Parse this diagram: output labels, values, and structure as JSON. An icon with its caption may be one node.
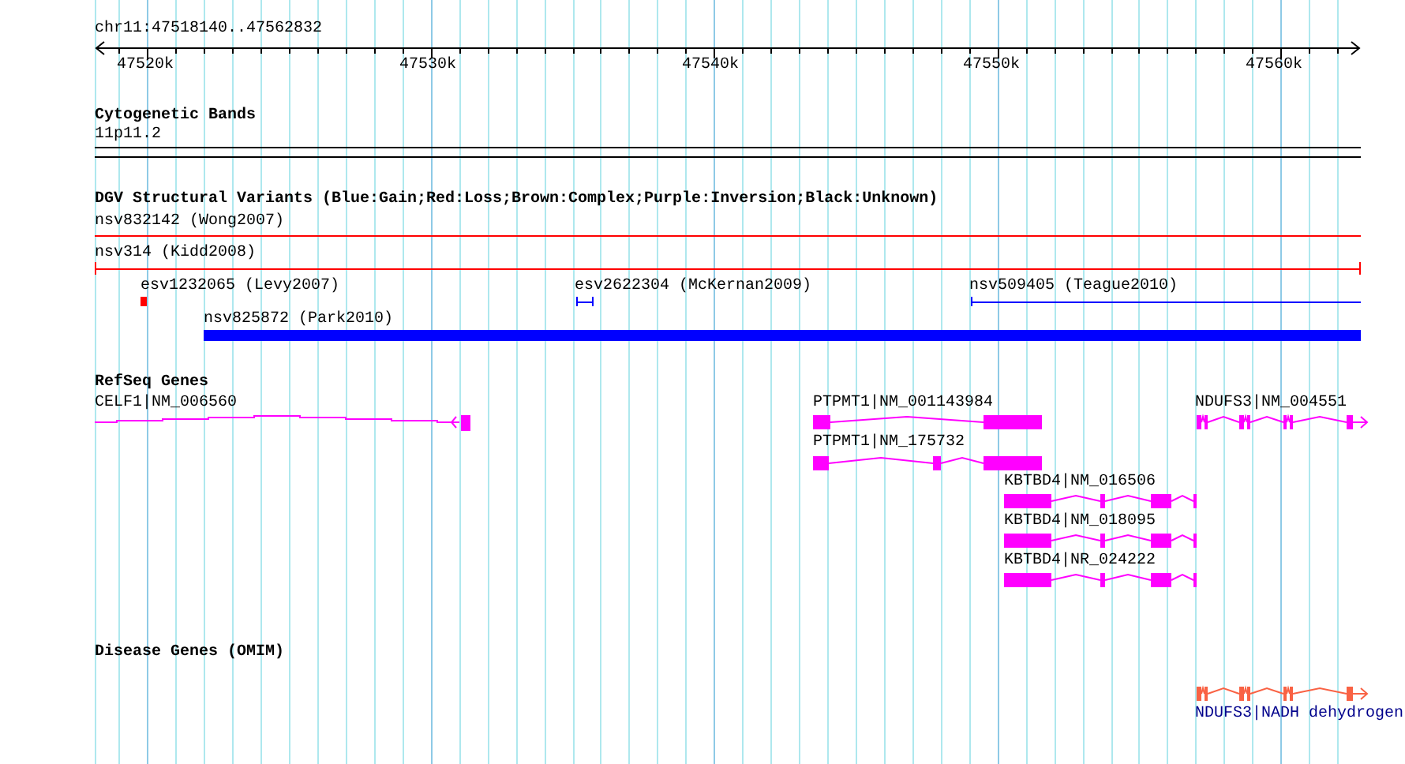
{
  "diagram": {
    "labels": [
      "chr11:47518140..47562832",
      "47520k",
      "47530k",
      "47540k",
      "47550k",
      "47560k",
      "Cytogenetic Bands",
      "11p11.2",
      "DGV Structural Variants (Blue:Gain;Red:Loss;Brown:Complex;Purple:Inversion;Black:Unknown)",
      "nsv832142 (Wong2007)",
      "nsv314 (Kidd2008)",
      "esv1232065 (Levy2007)",
      "esv2622304 (McKernan2009)",
      "nsv509405 (Teague2010)",
      "nsv825872 (Park2010)",
      "RefSeq Genes",
      "CELF1|NM_006560",
      "PTPMT1|NM_001143984",
      "NDUFS3|NM_004551",
      "PTPMT1|NM_175732",
      "KBTBD4|NM_016506",
      "KBTBD4|NM_018095",
      "KBTBD4|NR_024222",
      "Disease Genes (OMIM)",
      "NDUFS3|NADH dehydrogen"
    ]
  }
}
